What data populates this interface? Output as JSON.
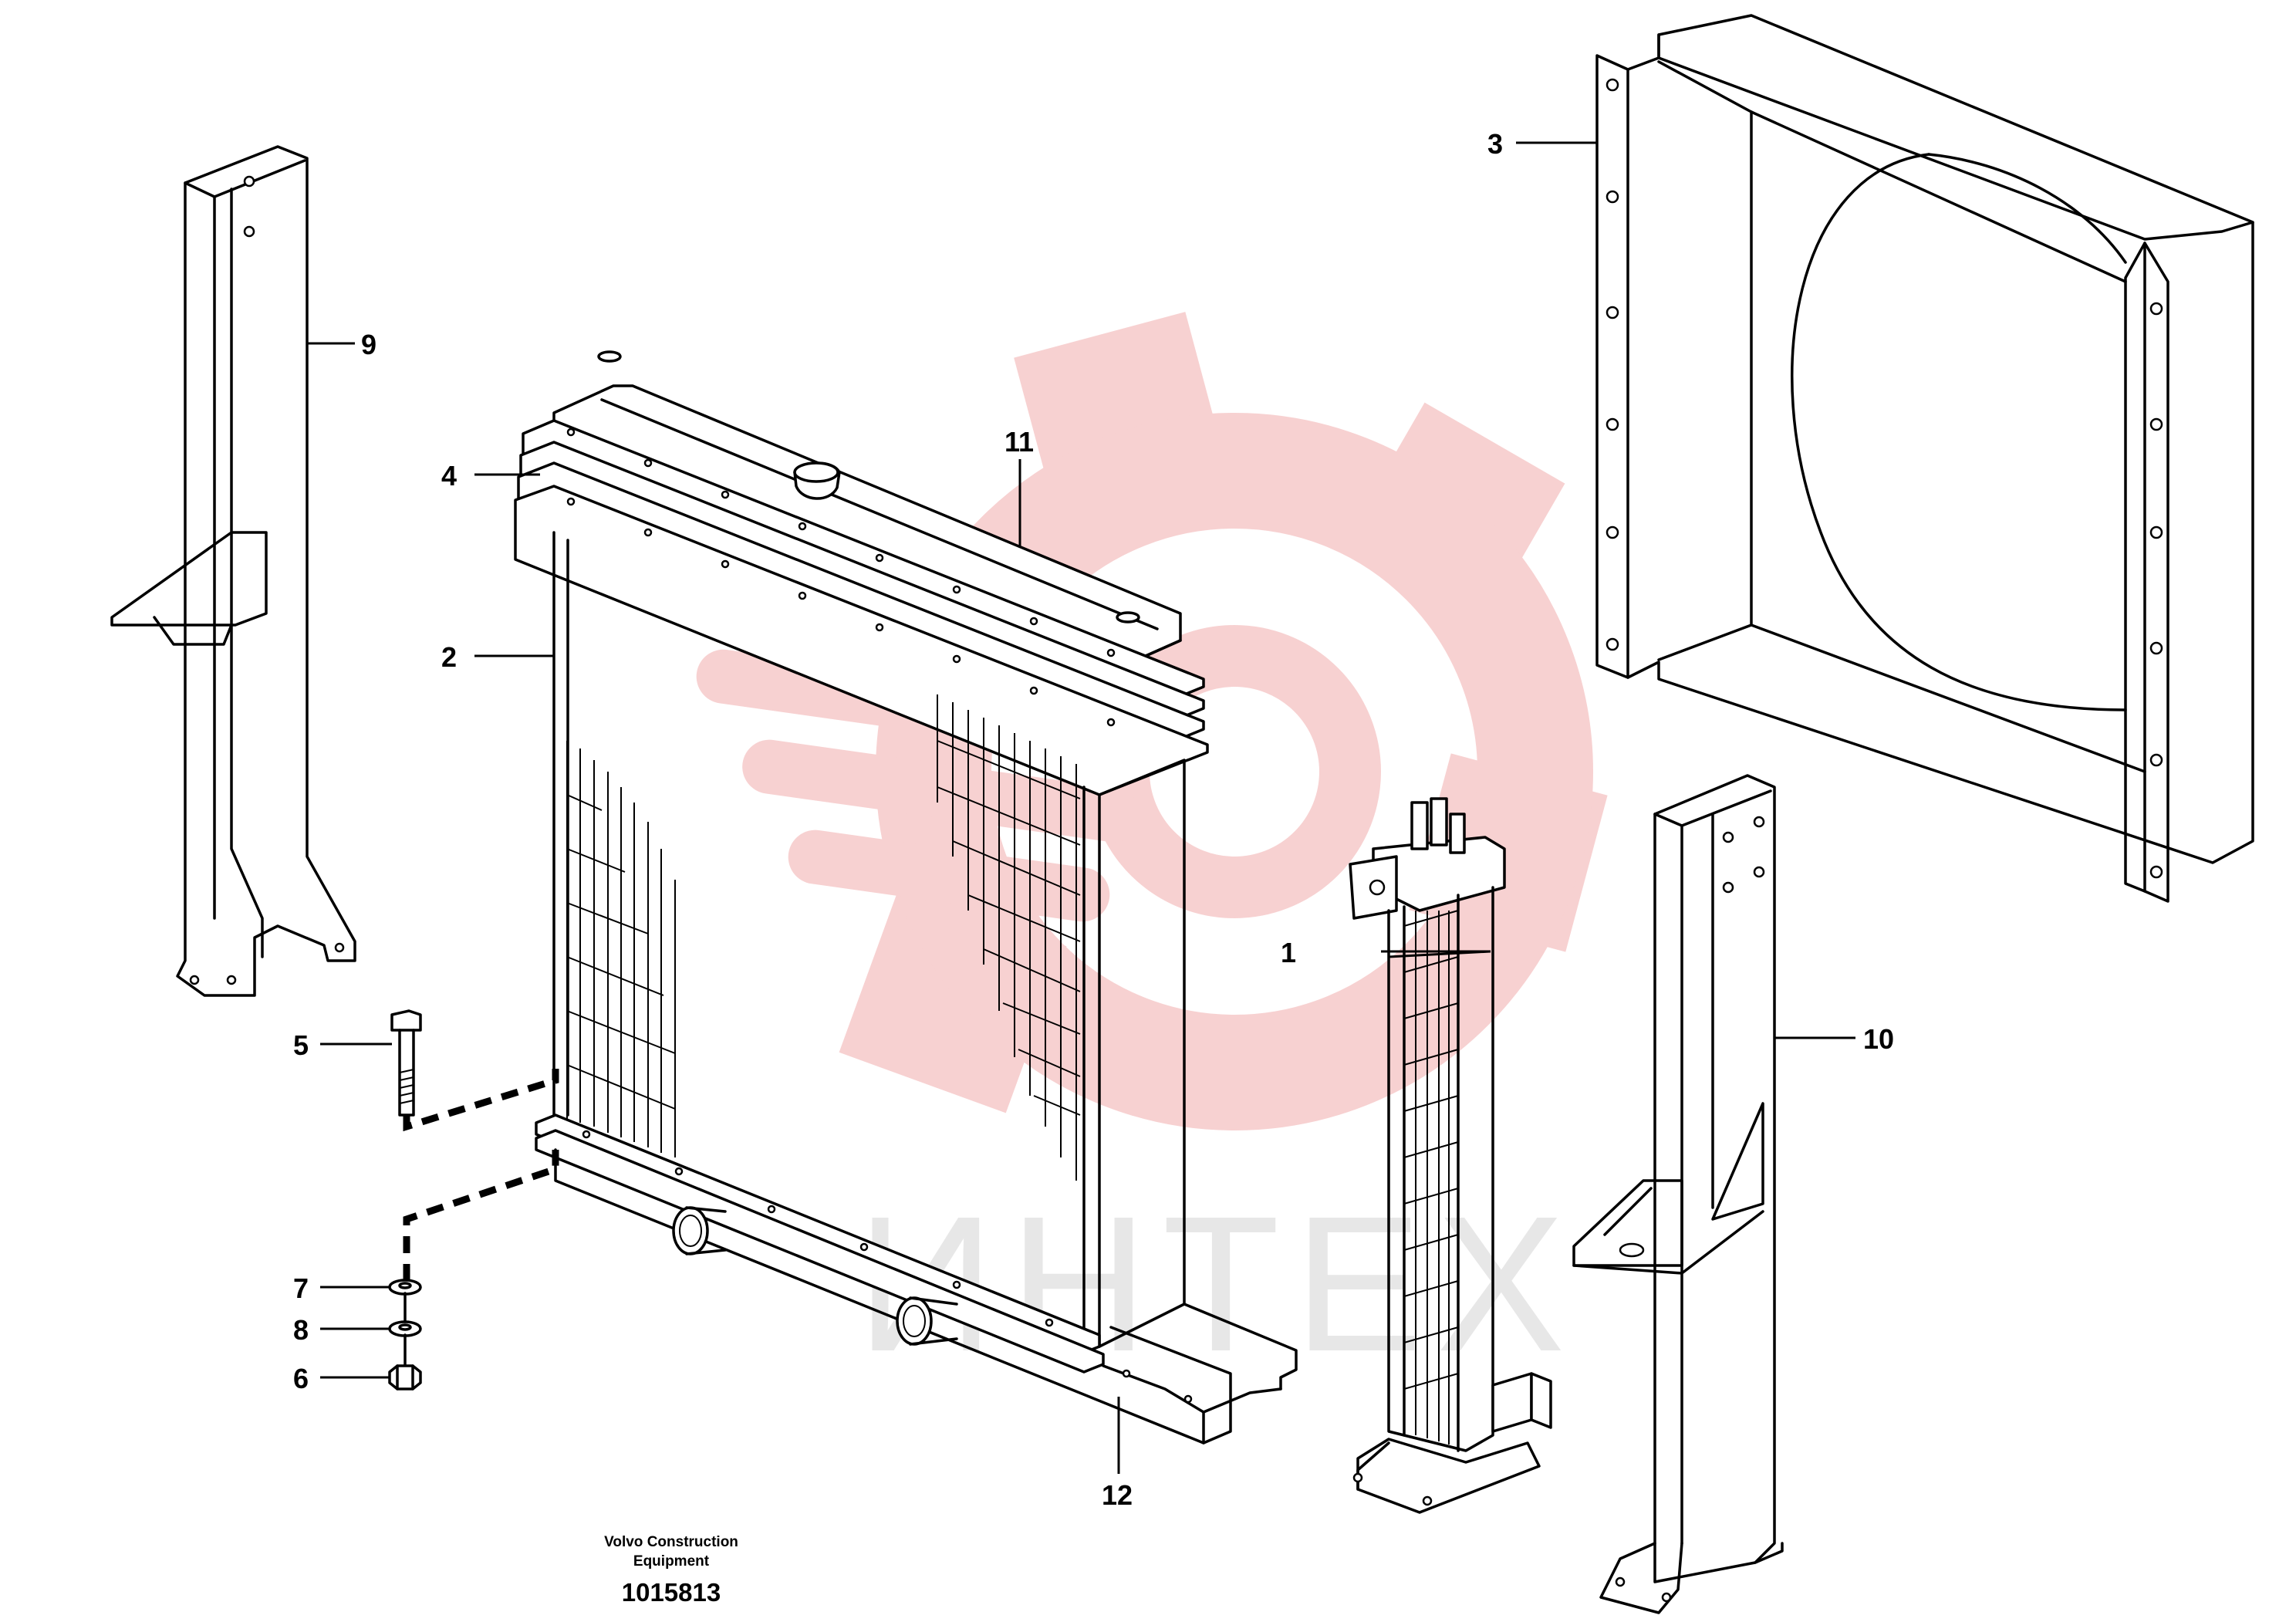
{
  "diagram": {
    "callouts": [
      {
        "id": "1",
        "label": "1"
      },
      {
        "id": "2",
        "label": "2"
      },
      {
        "id": "3",
        "label": "3"
      },
      {
        "id": "4",
        "label": "4"
      },
      {
        "id": "5",
        "label": "5"
      },
      {
        "id": "6",
        "label": "6"
      },
      {
        "id": "7",
        "label": "7"
      },
      {
        "id": "8",
        "label": "8"
      },
      {
        "id": "9",
        "label": "9"
      },
      {
        "id": "10",
        "label": "10"
      },
      {
        "id": "11",
        "label": "11"
      },
      {
        "id": "12",
        "label": "12"
      }
    ],
    "caption": {
      "line1": "Volvo Construction",
      "line2": "Equipment",
      "number": "1015813"
    },
    "watermark": {
      "text": "ИНТЕХ",
      "gear_color": "#f6c9c9",
      "text_color": "#e3e3e3"
    }
  }
}
